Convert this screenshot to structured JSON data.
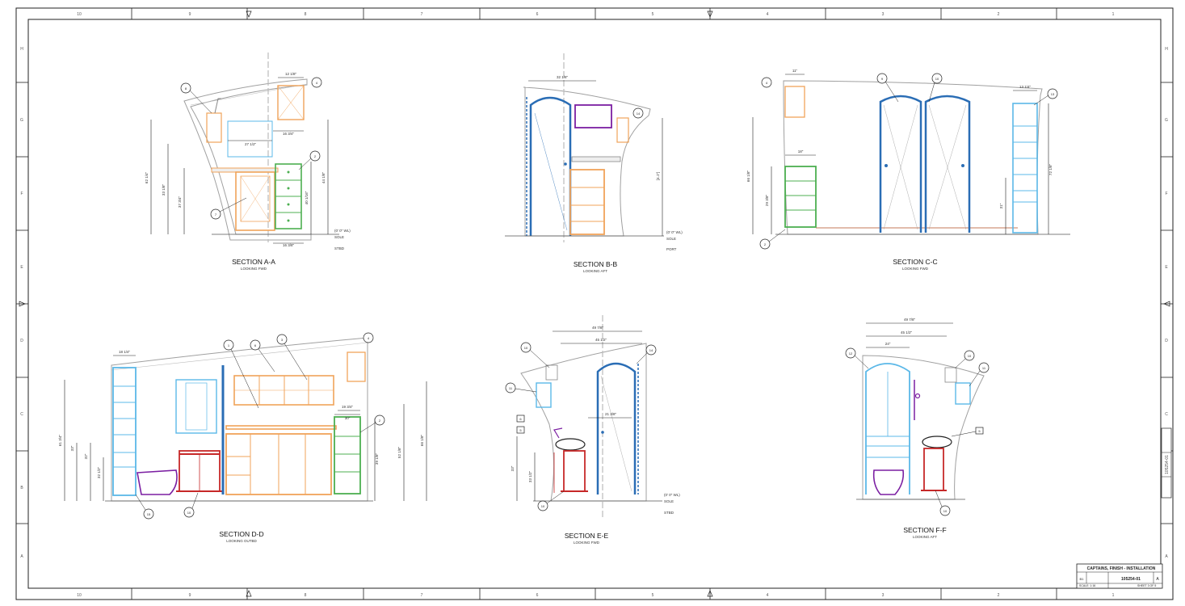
{
  "border": {
    "columns": [
      "10",
      "9",
      "8",
      "7",
      "6",
      "5",
      "4",
      "3",
      "2",
      "1"
    ],
    "rows": [
      "H",
      "G",
      "F",
      "E",
      "D",
      "C",
      "B",
      "A"
    ]
  },
  "sections": {
    "aa": {
      "title": "SECTION A-A",
      "sub": "LOOKING FWD",
      "dims": [
        "12 1/8\"",
        "27 1/2\"",
        "16 3/4\"",
        "62 1/4\"",
        "33 1/8\"",
        "37 3/4\"",
        "44 1/8\"",
        "40 1/16\"",
        "16 3/8\""
      ],
      "labels": [
        "(0' 0\" WL)",
        "SOLE",
        "STBD"
      ],
      "bubbles": [
        "8",
        "4",
        "2",
        "7"
      ]
    },
    "bb": {
      "title": "SECTION B-B",
      "sub": "LOOKING AFT",
      "dims": [
        "32 1/8\"",
        "[4.1\"]"
      ],
      "labels": [
        "(0' 0\" WL)",
        "SOLE",
        "PORT"
      ],
      "bubbles": [
        "14"
      ]
    },
    "cc": {
      "title": "SECTION C-C",
      "sub": "LOOKING FWD",
      "dims": [
        "11\"",
        "18\"",
        "66 1/8\"",
        "29 3/8\"",
        "72 1/8\"",
        "13 1/4\"",
        "31\""
      ],
      "bubbles": [
        "4",
        "9",
        "10",
        "13",
        "2"
      ]
    },
    "dd": {
      "title": "SECTION D-D",
      "sub": "LOOKING OUTBD",
      "dims": [
        "18 1/4\"",
        "61 3/4\"",
        "33\"",
        "32\"",
        "32 1/2\"",
        "19 3/4\"",
        "30\"",
        "39 1/8\"",
        "52 1/8\"",
        "66 1/8\""
      ],
      "bubbles": [
        "1",
        "6",
        "3",
        "4",
        "2",
        "15",
        "10"
      ]
    },
    "ee": {
      "title": "SECTION E-E",
      "sub": "LOOKING FWD",
      "dims": [
        "49 7/8\"",
        "45 1/2\"",
        "21 3/8\"",
        "33\"",
        "33 1/2\""
      ],
      "labels": [
        "(0' 0\" WL)",
        "SOLE",
        "STBD"
      ],
      "bubbles": [
        "10",
        "14",
        "11",
        "6",
        "5",
        "10"
      ]
    },
    "ff": {
      "title": "SECTION F-F",
      "sub": "LOOKING AFT",
      "dims": [
        "49 7/8\"",
        "45 1/2\"",
        "24\""
      ],
      "bubbles": [
        "12",
        "10",
        "11",
        "5",
        "10"
      ]
    }
  },
  "title_block": {
    "title": "CAPTAINS, FINISH - INSTALLATION",
    "drawing_number": "105254-01",
    "rev": "A",
    "scale": "SCALE: 1:16",
    "sheet": "SHEET 3 OF 5",
    "size": "B1"
  },
  "side_tag": "105254-01",
  "colors": {
    "frame": "#222222",
    "orange": "#f0a35a",
    "green": "#4caf50",
    "blue": "#2a6db5",
    "light_blue": "#5bb8e8",
    "purple": "#7b1fa2",
    "red": "#c62828",
    "hull": "#a0a0a0"
  }
}
